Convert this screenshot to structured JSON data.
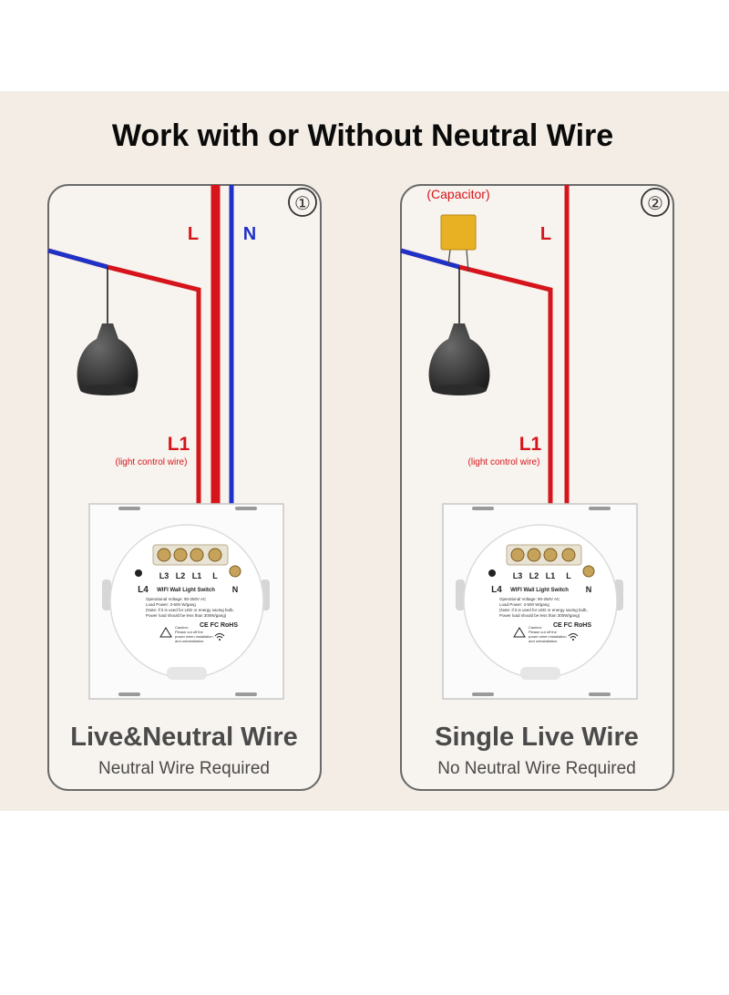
{
  "title": "Work with or Without Neutral Wire",
  "panels": [
    {
      "number": "①",
      "wire_live": "L",
      "wire_neutral": "N",
      "wire_light": "L1",
      "wire_light_note": "(light control wire)",
      "heading": "Live&Neutral Wire",
      "subheading": "Neutral Wire Required",
      "switch": {
        "terminals": [
          "L3",
          "L2",
          "L1",
          "L"
        ],
        "terminal_l4": "L4",
        "terminal_n": "N",
        "name": "WIFI Wall Light Switch",
        "spec_lines": [
          "Operational Voltage: 90-250V AC",
          "Load Power: 3-500 W/gang",
          "(Note: if it is used for LED or energy saving bulb,",
          "Power load should be less than 300W/gang)"
        ],
        "cert": "CE FC RoHS",
        "caution": [
          "Caution:",
          "Please cut off the",
          "power when installation",
          "and uninstallation."
        ]
      }
    },
    {
      "number": "②",
      "capacitor_label": "(Capacitor)",
      "wire_live": "L",
      "wire_light": "L1",
      "wire_light_note": "(light control wire)",
      "heading": "Single Live Wire",
      "subheading": "No Neutral Wire Required",
      "switch": {
        "terminals": [
          "L3",
          "L2",
          "L1",
          "L"
        ],
        "terminal_l4": "L4",
        "terminal_n": "N",
        "name": "WIFI Wall Light Switch",
        "spec_lines": [
          "Operational Voltage: 90-250V AC",
          "Load Power: 3-500 W/gang",
          "(Note: if it is used for LED or energy saving bulb,",
          "Power load should be less than 300W/gang)"
        ],
        "cert": "CE FC RoHS",
        "caution": [
          "Caution:",
          "Please cut off the",
          "power when installation",
          "and uninstallation."
        ]
      }
    }
  ],
  "colors": {
    "live": "#d6141b",
    "neutral": "#1f32c8",
    "background": "#f3ede5",
    "panel_border": "#6a6a6a",
    "capacitor": "#e7b123"
  }
}
